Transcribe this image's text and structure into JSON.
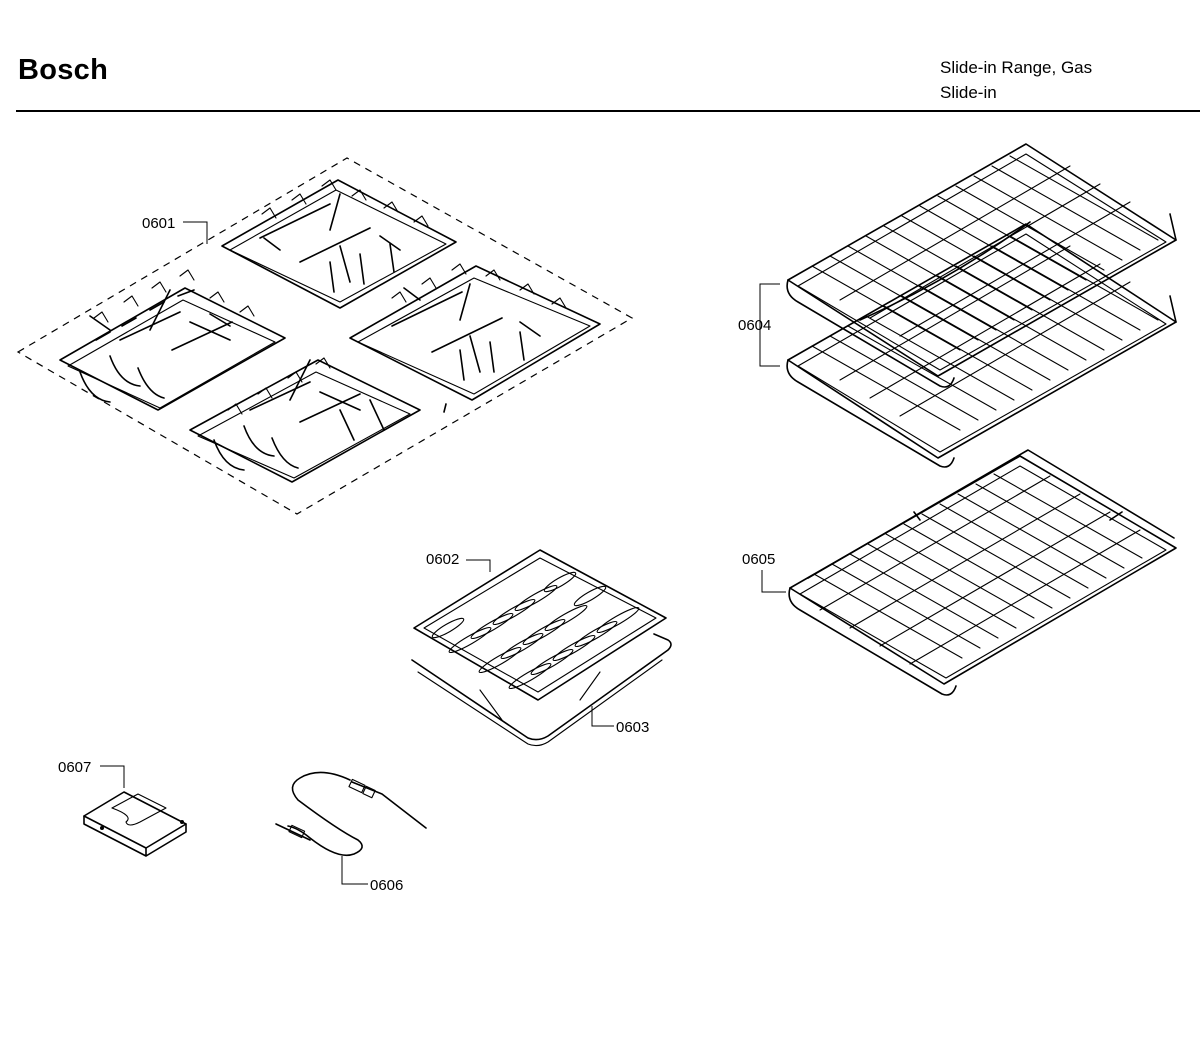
{
  "header": {
    "brand": "Bosch",
    "model_line1": "Slide-in Range, Gas",
    "model_line2": "Slide-in"
  },
  "parts": {
    "grates": "0601",
    "broil_pan_insert": "0602",
    "broil_pan": "0603",
    "oven_racks": "0604",
    "gliding_rack": "0605",
    "meat_probe": "0606",
    "bracket": "0607"
  }
}
